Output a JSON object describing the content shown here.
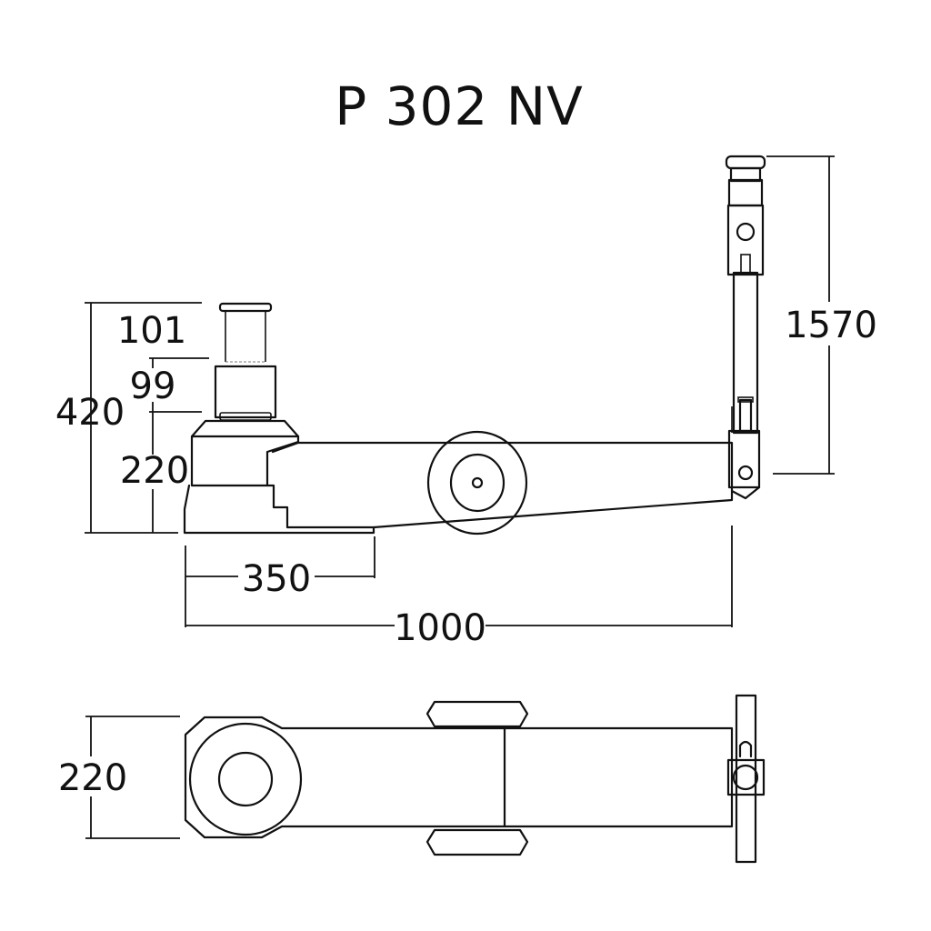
{
  "title": "P 302 NV",
  "dimensions": {
    "side_view": {
      "cap_height": "101",
      "extension_height": "99",
      "total_height": "420",
      "base_height": "220",
      "base_length": "350",
      "overall_length": "1000",
      "handle_height": "1570"
    },
    "top_view": {
      "width": "220"
    }
  }
}
